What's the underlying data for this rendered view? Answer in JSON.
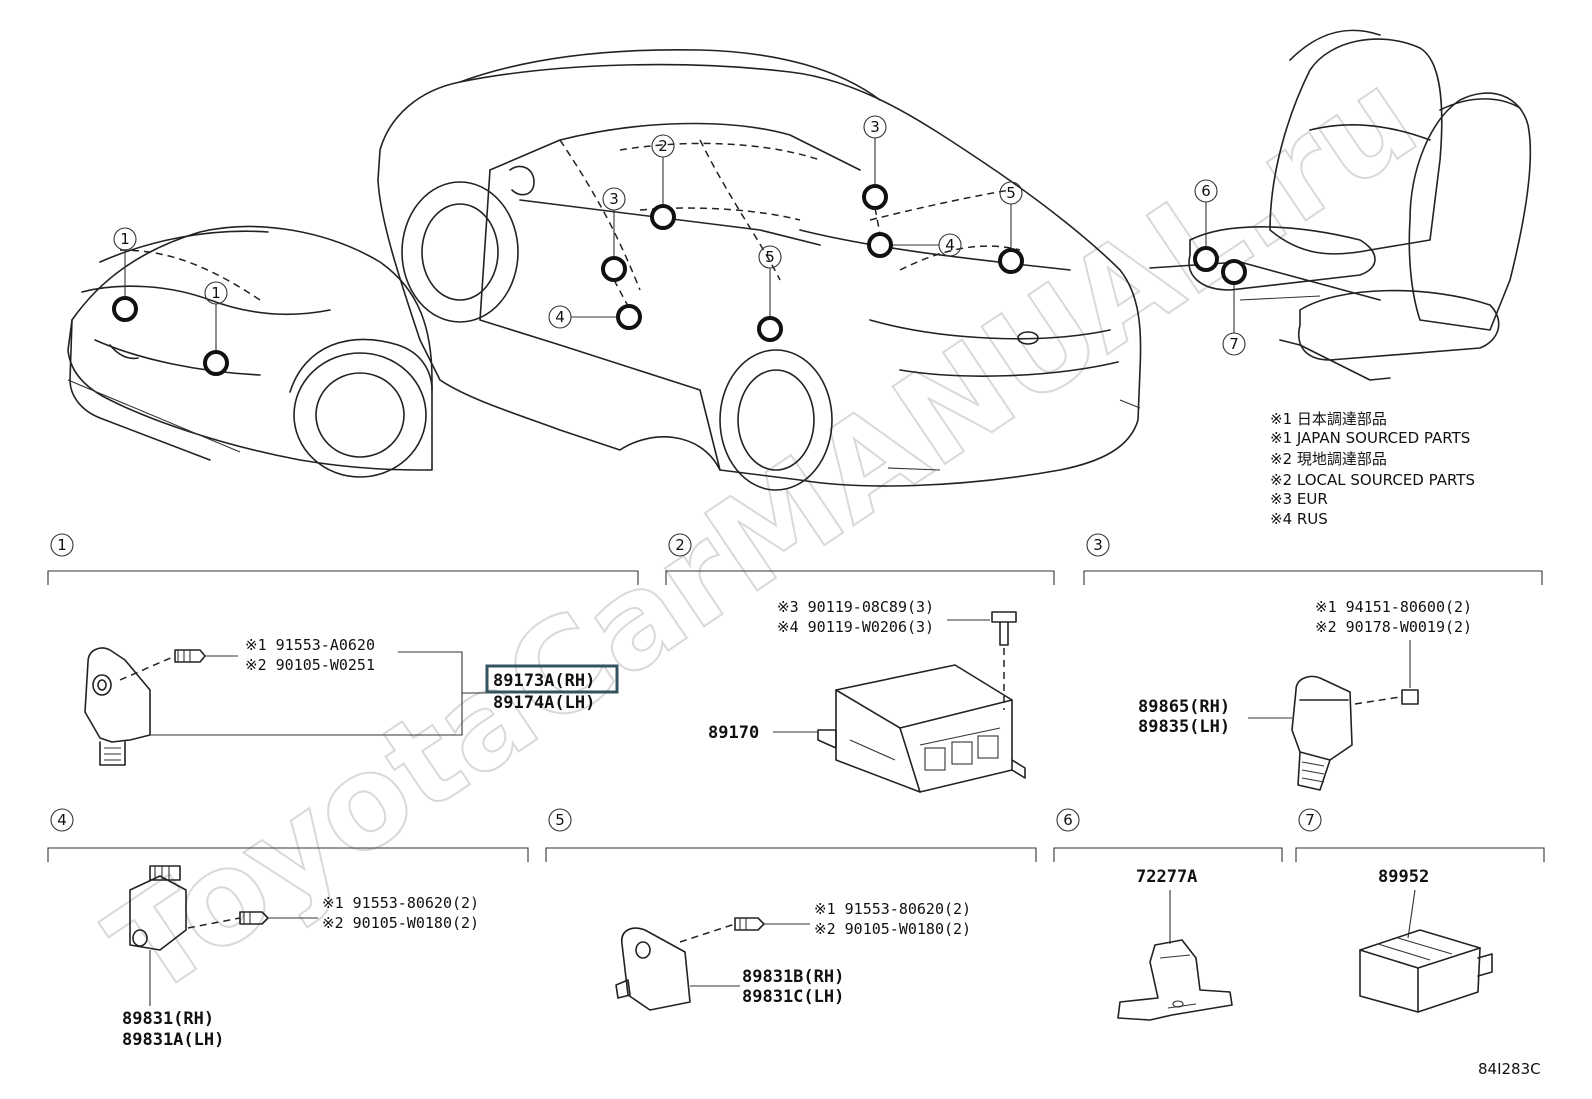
{
  "watermark": "ToyotaCarMANUAL.ru",
  "legend": [
    "※1 日本調達部品",
    "※1 JAPAN SOURCED PARTS",
    "※2 現地調達部品",
    "※2 LOCAL SOURCED PARTS",
    "※3 EUR",
    "※4 RUS"
  ],
  "overview_labels": [
    "1",
    "1",
    "2",
    "3",
    "3",
    "4",
    "4",
    "5",
    "5",
    "6",
    "7"
  ],
  "sections": [
    {
      "number": "1",
      "notes": [
        "※1 91553-A0620",
        "※2 90105-W0251"
      ],
      "part_numbers": [
        "89173A(RH)",
        "89174A(LH)"
      ],
      "highlight": "89173A(RH)"
    },
    {
      "number": "2",
      "notes": [
        "※3 90119-08C89(3)",
        "※4 90119-W0206(3)"
      ],
      "part_numbers": [
        "89170"
      ]
    },
    {
      "number": "3",
      "notes": [
        "※1 94151-80600(2)",
        "※2 90178-W0019(2)"
      ],
      "part_numbers": [
        "89865(RH)",
        "89835(LH)"
      ]
    },
    {
      "number": "4",
      "notes": [
        "※1 91553-80620(2)",
        "※2 90105-W0180(2)"
      ],
      "part_numbers": [
        "89831(RH)",
        "89831A(LH)"
      ]
    },
    {
      "number": "5",
      "notes": [
        "※1 91553-80620(2)",
        "※2 90105-W0180(2)"
      ],
      "part_numbers": [
        "89831B(RH)",
        "89831C(LH)"
      ]
    },
    {
      "number": "6",
      "part_numbers": [
        "72277A"
      ]
    },
    {
      "number": "7",
      "part_numbers": [
        "89952"
      ]
    }
  ],
  "figure_code": "84I283C"
}
